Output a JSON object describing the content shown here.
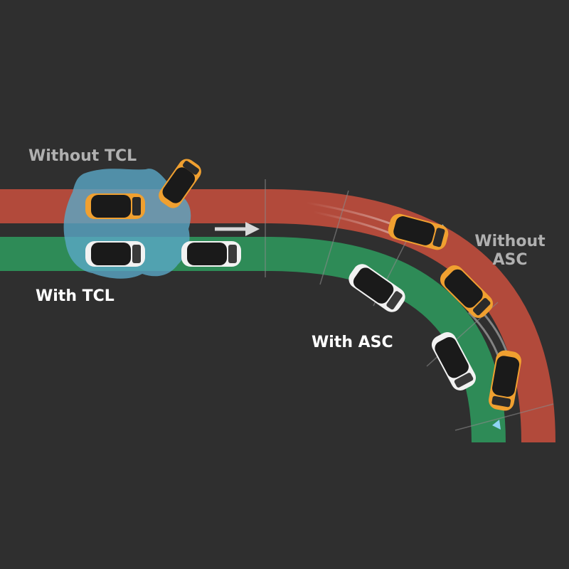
{
  "labels": {
    "without_tcl": "Without TCL",
    "with_tcl": "With TCL",
    "without_asc_line1": "Without",
    "without_asc_line2": "ASC",
    "with_asc": "With ASC"
  },
  "colors": {
    "background": "#2f2f2f",
    "red_track": "#b24a3b",
    "green_track": "#2e8b57",
    "wet_patch": "#5aa7c7",
    "orange_car": "#f0a030",
    "white_car": "#f2f2f2",
    "car_roof": "#1a1a1a",
    "cone": "#8fd3f5"
  },
  "icons": {
    "arrow": "arrow-right-icon",
    "car": "car-top-view-icon",
    "cone": "cone-icon"
  }
}
